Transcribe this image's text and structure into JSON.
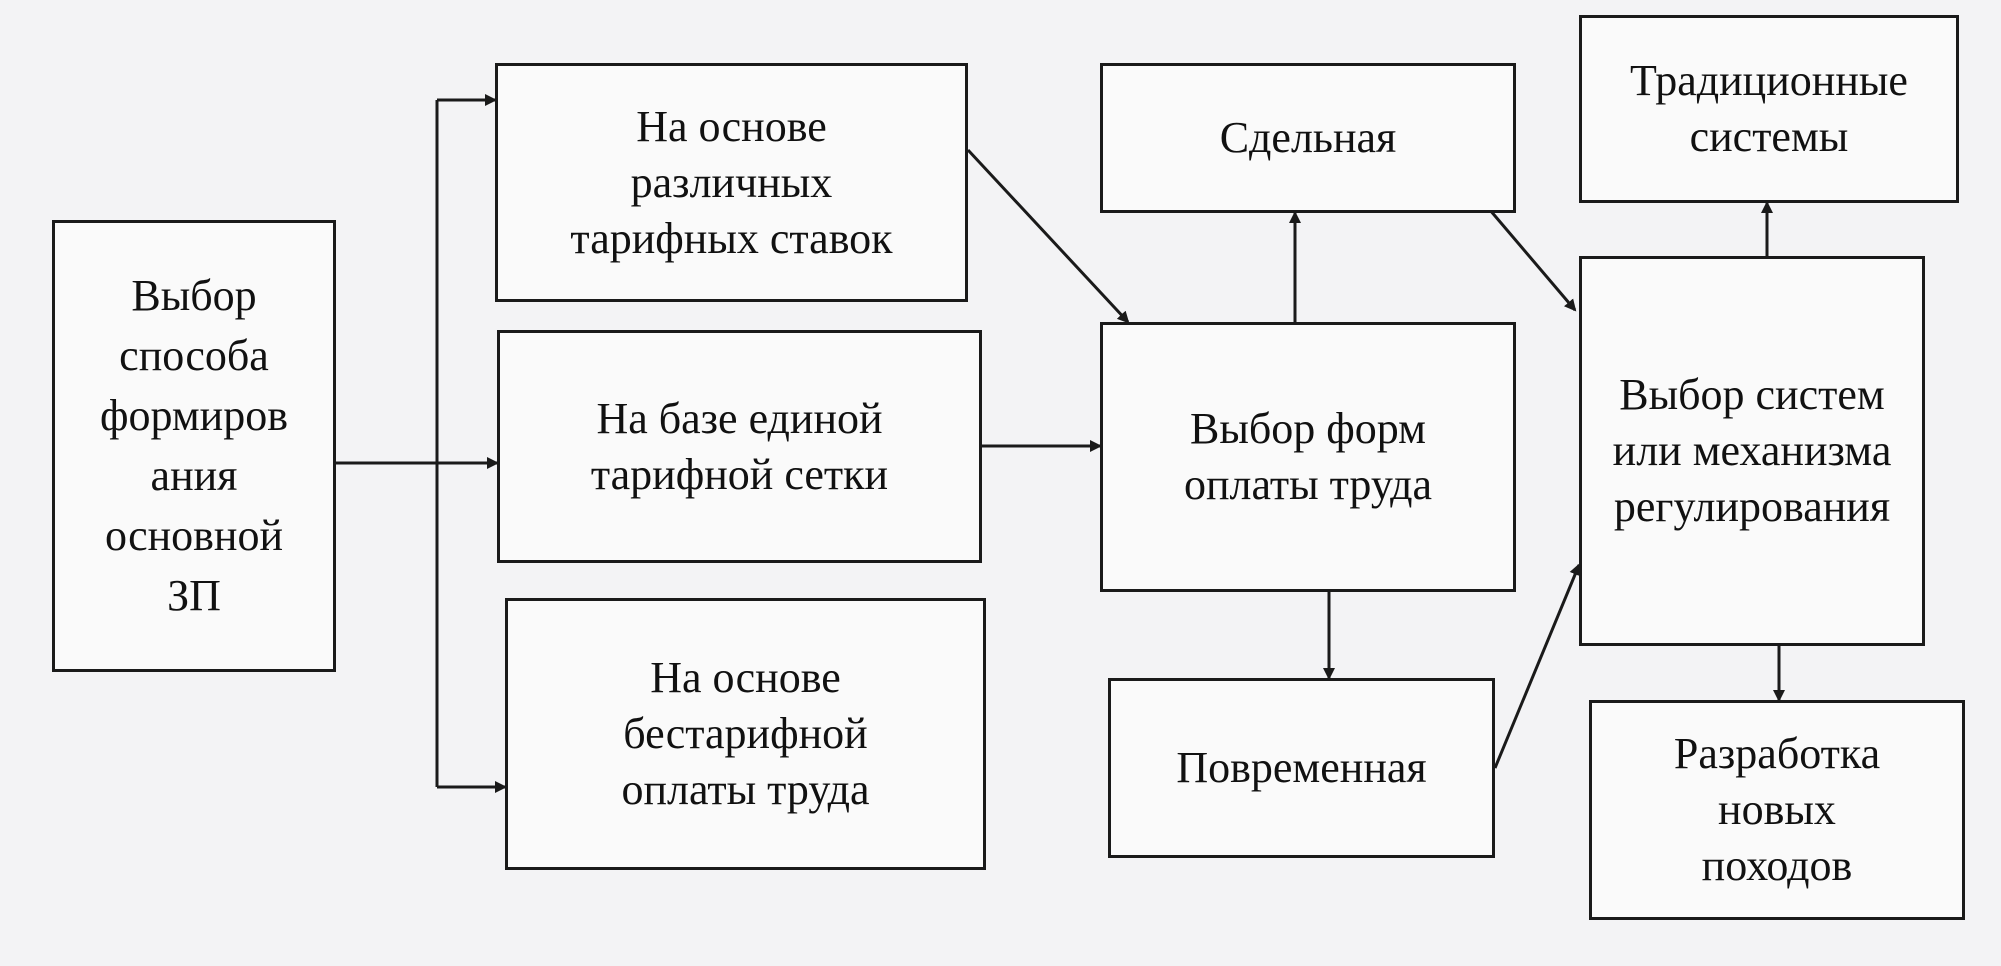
{
  "diagram": {
    "nodes": {
      "choice_base_pay": "Выбор\nспособа\nформиров\nания\nосновной\nЗП",
      "different_rates": "На основе\nразличных\nтарифных ставок",
      "single_grid": "На базе единой\nтарифной сетки",
      "tariffless": "На основе\nбестарифной\nоплаты труда",
      "piecework": "Сдельная",
      "choice_forms": "Выбор форм\nоплаты труда",
      "time_based": "Повременная",
      "traditional": "Традиционные\nсистемы",
      "choice_systems": "Выбор систем\nили механизма\nрегулирования",
      "new_approaches": "Разработка\nновых\nпоходов"
    },
    "edges": [
      {
        "from": "choice_base_pay",
        "to": "different_rates"
      },
      {
        "from": "choice_base_pay",
        "to": "single_grid"
      },
      {
        "from": "choice_base_pay",
        "to": "tariffless"
      },
      {
        "from": "different_rates",
        "to": "choice_forms"
      },
      {
        "from": "single_grid",
        "to": "choice_forms"
      },
      {
        "from": "choice_forms",
        "to": "piecework"
      },
      {
        "from": "choice_forms",
        "to": "time_based"
      },
      {
        "from": "piecework",
        "to": "choice_systems"
      },
      {
        "from": "time_based",
        "to": "choice_systems"
      },
      {
        "from": "choice_systems",
        "to": "traditional"
      },
      {
        "from": "choice_systems",
        "to": "new_approaches"
      }
    ]
  }
}
